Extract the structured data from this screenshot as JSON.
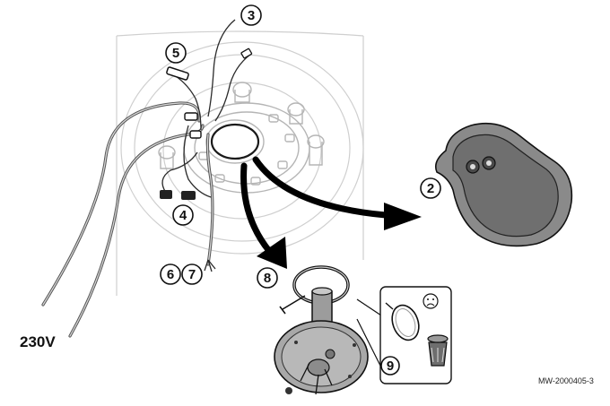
{
  "figure": {
    "callouts": {
      "c2": "2",
      "c3": "3",
      "c4": "4",
      "c5": "5",
      "c6": "6",
      "c7": "7",
      "c8": "8",
      "c9": "9"
    },
    "voltage_label": "230V",
    "reference_code": "MW-2000405-3",
    "icons": [
      "sad-face-icon",
      "trash-bin-icon",
      "arrow-icon"
    ]
  }
}
